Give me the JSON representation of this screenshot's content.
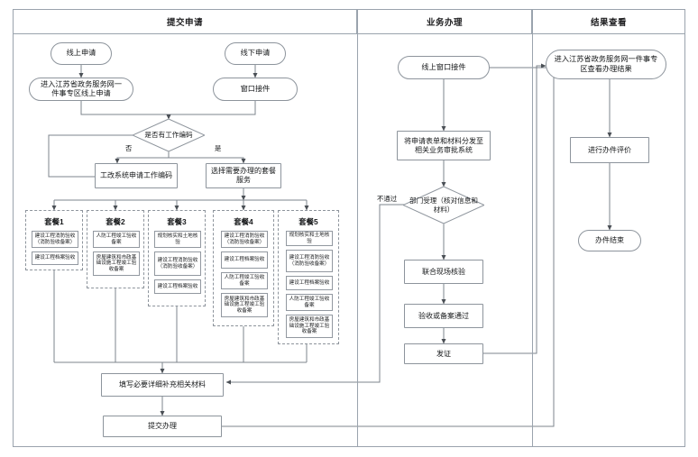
{
  "diagram": {
    "title_columns": [
      {
        "key": "submit",
        "label": "提交申请"
      },
      {
        "key": "process",
        "label": "业务办理"
      },
      {
        "key": "result",
        "label": "结果查看"
      }
    ]
  },
  "submit_column": {
    "online_start": "线上申请",
    "offline_start": "线下申请",
    "online_portal": "进入江苏省政务服务网一件事专区线上申请",
    "window_accept": "窗口接件",
    "decision": "是否有工作编码",
    "branch_no": "否",
    "branch_yes": "是",
    "apply_code": "工改系统申请工作编码",
    "choose_package": "选择需要办理的套餐服务",
    "fill_materials": "填写必要详细补充相关材料",
    "submit_handle": "提交办理",
    "packages": [
      {
        "name": "套餐1",
        "items": [
          "建设工程消防验收（消防验收备案）",
          "建设工程档案验收"
        ]
      },
      {
        "name": "套餐2",
        "items": [
          "人防工程竣工验收备案",
          "房屋建筑和市政基础设施工程竣工验收备案"
        ]
      },
      {
        "name": "套餐3",
        "items": [
          "规划核实和土地核验",
          "建设工程消防验收（消防验收备案）",
          "建设工程档案验收"
        ]
      },
      {
        "name": "套餐4",
        "items": [
          "建设工程消防验收（消防验收备案）",
          "建设工程档案验收",
          "人防工程竣工验收备案",
          "房屋建筑和市政基础设施工程竣工验收备案"
        ]
      },
      {
        "name": "套餐5",
        "items": [
          "规划核实和土地核验",
          "建设工程消防验收（消防验收备案）",
          "建设工程档案验收",
          "人防工程竣工验收备案",
          "房屋建筑和市政基础设施工程竣工验收备案"
        ]
      }
    ]
  },
  "process_column": {
    "online_window": "线上窗口接件",
    "distribute": "将申请表单和材料分发至相关业务审批系统",
    "dept_accept": "部门受理（核对信息和材料）",
    "reject_label": "不通过",
    "joint_check": "联合现场核验",
    "pass_record": "验收或备案通过",
    "issue_cert": "发证"
  },
  "result_column": {
    "view_result": "进入江苏省政务服务网一件事专区查看办理结果",
    "evaluate": "进行办件评价",
    "finish": "办件结束"
  },
  "colors": {
    "stroke": "#8d949c",
    "frame": "#9aa3ad",
    "text": "#16181a",
    "background": "#ffffff"
  }
}
